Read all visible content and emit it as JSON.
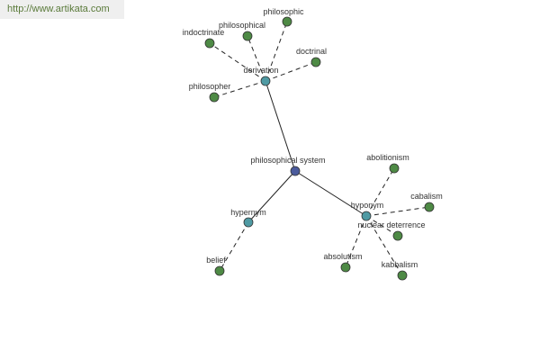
{
  "header": {
    "url": "http://www.artikata.com"
  },
  "colors": {
    "root": "#4b5b9c",
    "relation": "#4f9aa3",
    "leaf": "#4e8a45"
  },
  "graph": {
    "nodes": [
      {
        "id": "root",
        "label": "philosophical system",
        "kind": "root"
      },
      {
        "id": "derivation",
        "label": "derivation",
        "kind": "relation"
      },
      {
        "id": "hypernym",
        "label": "hypernym",
        "kind": "relation"
      },
      {
        "id": "hyponym",
        "label": "hyponym",
        "kind": "relation"
      },
      {
        "id": "indoctrinate",
        "label": "indoctrinate",
        "kind": "leaf"
      },
      {
        "id": "philosophical",
        "label": "philosophical",
        "kind": "leaf"
      },
      {
        "id": "philosophic",
        "label": "philosophic",
        "kind": "leaf"
      },
      {
        "id": "doctrinal",
        "label": "doctrinal",
        "kind": "leaf"
      },
      {
        "id": "philosopher",
        "label": "philosopher",
        "kind": "leaf"
      },
      {
        "id": "belief",
        "label": "belief",
        "kind": "leaf"
      },
      {
        "id": "abolitionism",
        "label": "abolitionism",
        "kind": "leaf"
      },
      {
        "id": "cabalism",
        "label": "cabalism",
        "kind": "leaf"
      },
      {
        "id": "nuclear_deterrence",
        "label": "nuclear deterrence",
        "kind": "leaf"
      },
      {
        "id": "absolutism",
        "label": "absolutism",
        "kind": "leaf"
      },
      {
        "id": "kabbalism",
        "label": "kabbalism",
        "kind": "leaf"
      }
    ],
    "edges": [
      {
        "from": "root",
        "to": "derivation",
        "style": "solid"
      },
      {
        "from": "root",
        "to": "hypernym",
        "style": "solid"
      },
      {
        "from": "root",
        "to": "hyponym",
        "style": "solid"
      },
      {
        "from": "derivation",
        "to": "indoctrinate",
        "style": "dashed"
      },
      {
        "from": "derivation",
        "to": "philosophical",
        "style": "dashed"
      },
      {
        "from": "derivation",
        "to": "philosophic",
        "style": "dashed"
      },
      {
        "from": "derivation",
        "to": "doctrinal",
        "style": "dashed"
      },
      {
        "from": "derivation",
        "to": "philosopher",
        "style": "dashed"
      },
      {
        "from": "hypernym",
        "to": "belief",
        "style": "dashed"
      },
      {
        "from": "hyponym",
        "to": "abolitionism",
        "style": "dashed"
      },
      {
        "from": "hyponym",
        "to": "cabalism",
        "style": "dashed"
      },
      {
        "from": "hyponym",
        "to": "nuclear_deterrence",
        "style": "dashed"
      },
      {
        "from": "hyponym",
        "to": "absolutism",
        "style": "dashed"
      },
      {
        "from": "hyponym",
        "to": "kabbalism",
        "style": "dashed"
      }
    ]
  }
}
